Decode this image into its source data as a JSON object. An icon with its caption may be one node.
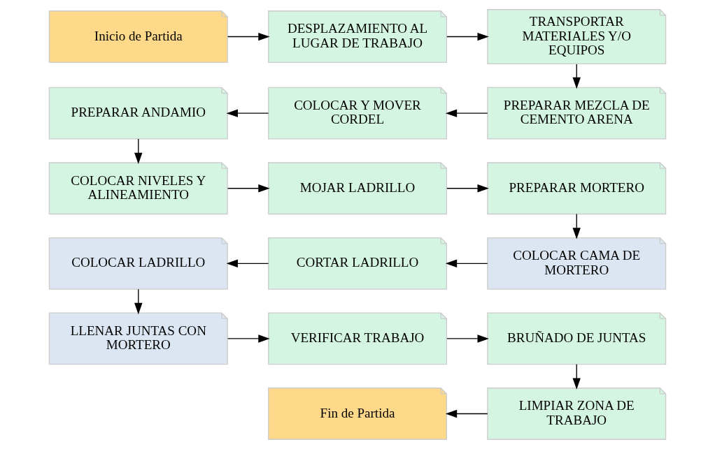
{
  "diagram": {
    "nodes": [
      {
        "text": [
          "Inicio de Partida"
        ]
      },
      {
        "text": [
          "DESPLAZAMIENTO AL LUGAR DE TRABAJO"
        ]
      },
      {
        "text": [
          "TRANSPORTAR MATERIALES Y/O EQUIPOS"
        ]
      },
      {
        "text": [
          "PREPARAR MEZCLA DE CEMENTO ARENA"
        ]
      },
      {
        "text": [
          "COLOCAR Y MOVER CORDEL"
        ]
      },
      {
        "text": [
          "PREPARAR ANDAMIO"
        ]
      },
      {
        "text": [
          "COLOCAR NIVELES Y ALINEAMIENTO"
        ]
      },
      {
        "text": [
          "MOJAR LADRILLO"
        ]
      },
      {
        "text": [
          "PREPARAR MORTERO"
        ]
      },
      {
        "text": [
          "COLOCAR CAMA DE MORTERO"
        ]
      },
      {
        "text": [
          "CORTAR LADRILLO"
        ]
      },
      {
        "text": [
          "COLOCAR LADRILLO"
        ]
      },
      {
        "text": [
          "LLENAR JUNTAS CON MORTERO"
        ]
      },
      {
        "text": [
          "VERIFICAR TRABAJO"
        ]
      },
      {
        "text": [
          "BRUÑADO DE JUNTAS"
        ]
      },
      {
        "text": [
          "LIMPIAR ZONA DE TRABAJO"
        ]
      },
      {
        "text": [
          "Fin de Partida"
        ]
      }
    ],
    "edges": [
      {
        "from": 0,
        "to": 1,
        "arrow": "to"
      },
      {
        "from": 1,
        "to": 2,
        "arrow": "to"
      },
      {
        "from": 2,
        "to": 3,
        "arrow": "to"
      },
      {
        "from": 3,
        "to": 4,
        "arrow": "to"
      },
      {
        "from": 4,
        "to": 5,
        "arrow": "to"
      },
      {
        "from": 5,
        "to": 6,
        "arrow": "to"
      },
      {
        "from": 6,
        "to": 7,
        "arrow": "to"
      },
      {
        "from": 7,
        "to": 8,
        "arrow": "to"
      },
      {
        "from": 8,
        "to": 9,
        "arrow": "to"
      },
      {
        "from": 9,
        "to": 10,
        "arrow": "to"
      },
      {
        "from": 10,
        "to": 11,
        "arrow": "to"
      },
      {
        "from": 11,
        "to": 12,
        "arrow": "to"
      },
      {
        "from": 12,
        "to": 13,
        "arrow": "to"
      },
      {
        "from": 13,
        "to": 14,
        "arrow": "to"
      },
      {
        "from": 14,
        "to": 15,
        "arrow": "to"
      },
      {
        "from": 15,
        "to": 16,
        "arrow": "to"
      }
    ]
  }
}
